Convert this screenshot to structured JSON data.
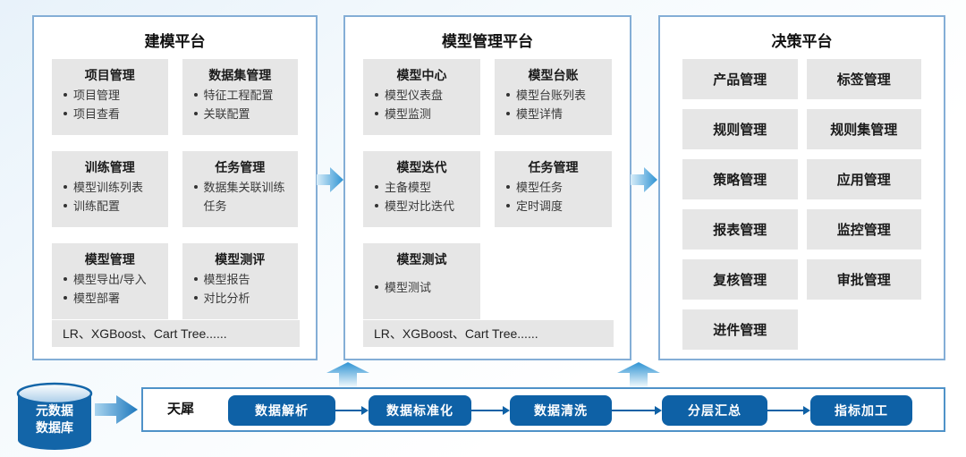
{
  "platforms": [
    {
      "title": "建模平台",
      "cards": [
        {
          "title": "项目管理",
          "items": [
            "项目管理",
            "项目查看"
          ]
        },
        {
          "title": "数据集管理",
          "items": [
            "特征工程配置",
            "关联配置"
          ]
        },
        {
          "title": "训练管理",
          "items": [
            "模型训练列表",
            "训练配置"
          ]
        },
        {
          "title": "任务管理",
          "items": [
            "数据集关联训练任务"
          ]
        },
        {
          "title": "模型管理",
          "items": [
            "模型导出/导入",
            "模型部署"
          ]
        },
        {
          "title": "模型测评",
          "items": [
            "模型报告",
            "对比分析"
          ]
        }
      ],
      "footer": "LR、XGBoost、Cart Tree......"
    },
    {
      "title": "模型管理平台",
      "cards": [
        {
          "title": "模型中心",
          "items": [
            "模型仪表盘",
            "模型监测"
          ]
        },
        {
          "title": "模型台账",
          "items": [
            "模型台账列表",
            "模型详情"
          ]
        },
        {
          "title": "模型迭代",
          "items": [
            "主备模型",
            "模型对比迭代"
          ]
        },
        {
          "title": "任务管理",
          "items": [
            "模型任务",
            "定时调度"
          ]
        },
        {
          "title": "模型测试",
          "items": [
            "模型测试"
          ]
        }
      ],
      "footer": "LR、XGBoost、Cart Tree......"
    },
    {
      "title": "决策平台",
      "boxes": [
        "产品管理",
        "标签管理",
        "规则管理",
        "规则集管理",
        "策略管理",
        "应用管理",
        "报表管理",
        "监控管理",
        "复核管理",
        "审批管理",
        "进件管理"
      ]
    }
  ],
  "pipeline": {
    "source": {
      "line1": "元数据",
      "line2": "数据库"
    },
    "engine_label": "天犀",
    "stages": [
      "数据解析",
      "数据标准化",
      "数据清洗",
      "分层汇总",
      "指标加工"
    ]
  },
  "colors": {
    "accent_blue": "#0e61a6",
    "panel_border": "#84aed6",
    "card_gray": "#e6e6e6",
    "arrow_gradient_light": "#d8edf9",
    "arrow_gradient_dark": "#2e93d3"
  }
}
